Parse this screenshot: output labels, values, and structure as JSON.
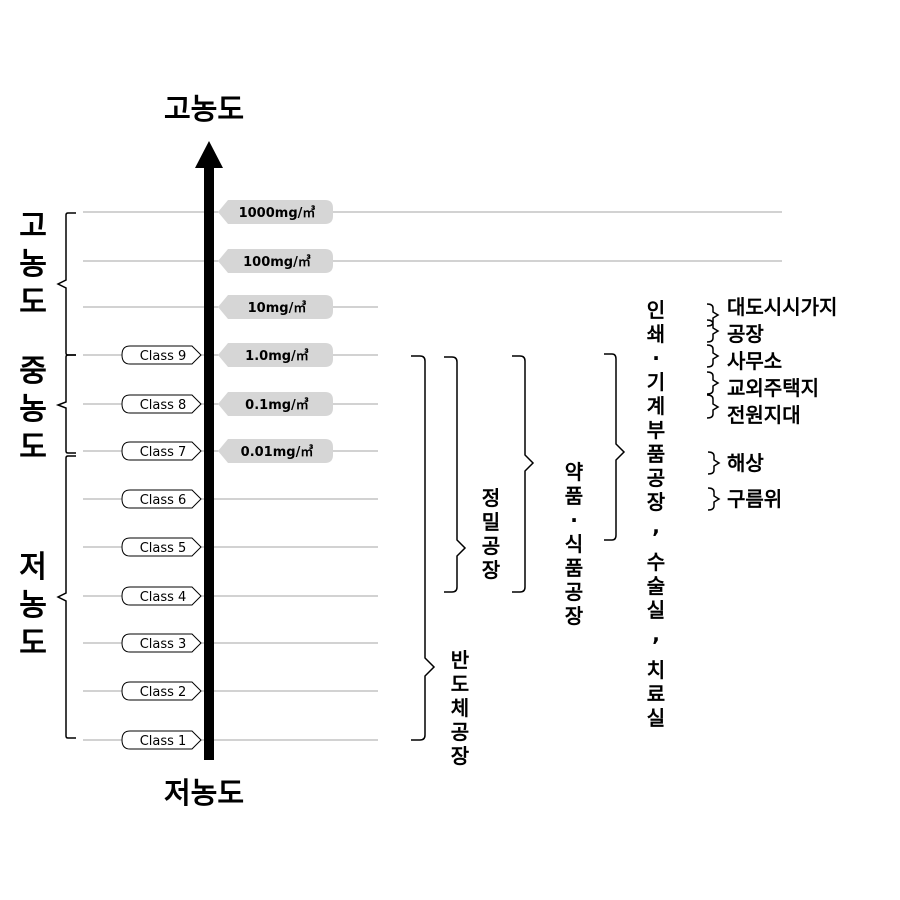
{
  "axis": {
    "top_label": "고농도",
    "bottom_label": "저농도"
  },
  "levels": [
    {
      "class_label": "Class 9",
      "concentration": "1.0mg/㎥"
    },
    {
      "class_label": "Class 8",
      "concentration": "0.1mg/㎥"
    },
    {
      "class_label": "Class 7",
      "concentration": "0.01mg/㎥"
    },
    {
      "class_label": "Class 6",
      "concentration": ""
    },
    {
      "class_label": "Class 5",
      "concentration": ""
    },
    {
      "class_label": "Class 4",
      "concentration": ""
    },
    {
      "class_label": "Class 3",
      "concentration": ""
    },
    {
      "class_label": "Class 2",
      "concentration": ""
    },
    {
      "class_label": "Class 1",
      "concentration": ""
    }
  ],
  "upper_concentrations": [
    "1000mg/㎥",
    "100mg/㎥",
    "10mg/㎥"
  ],
  "left_groups": {
    "high": "고농도",
    "mid": "중농도",
    "low": "저농도"
  },
  "facilities": {
    "semiconductor": "반도체공장",
    "precision": "정밀공장",
    "pharma_food": "약품·식품공장",
    "machinery": "인쇄·기계부품공장, 수술실, 치료실"
  },
  "environments": {
    "urban_group": [
      "대도시시가지",
      "공장",
      "사무소",
      "교외주택지",
      "전원지대"
    ],
    "sea": "해상",
    "cloud": "구름위"
  }
}
